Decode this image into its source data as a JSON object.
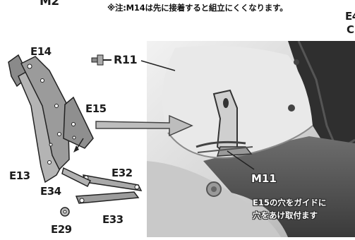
{
  "step_label": "M2",
  "note": "※注:M14は先に接着すると組立にくくなります。",
  "parts": {
    "e14": "E14",
    "e15": "E15",
    "e13": "E13",
    "e34": "E34",
    "e32": "E32",
    "e29": "E29",
    "e33": "E33",
    "r11": "R11"
  },
  "photo": {
    "m11": "M11",
    "corner_label": "E4",
    "corner_glyph": "C",
    "instruction_line1": "E15の穴をガイドに",
    "instruction_line2": "穴をあけ取付ます"
  }
}
